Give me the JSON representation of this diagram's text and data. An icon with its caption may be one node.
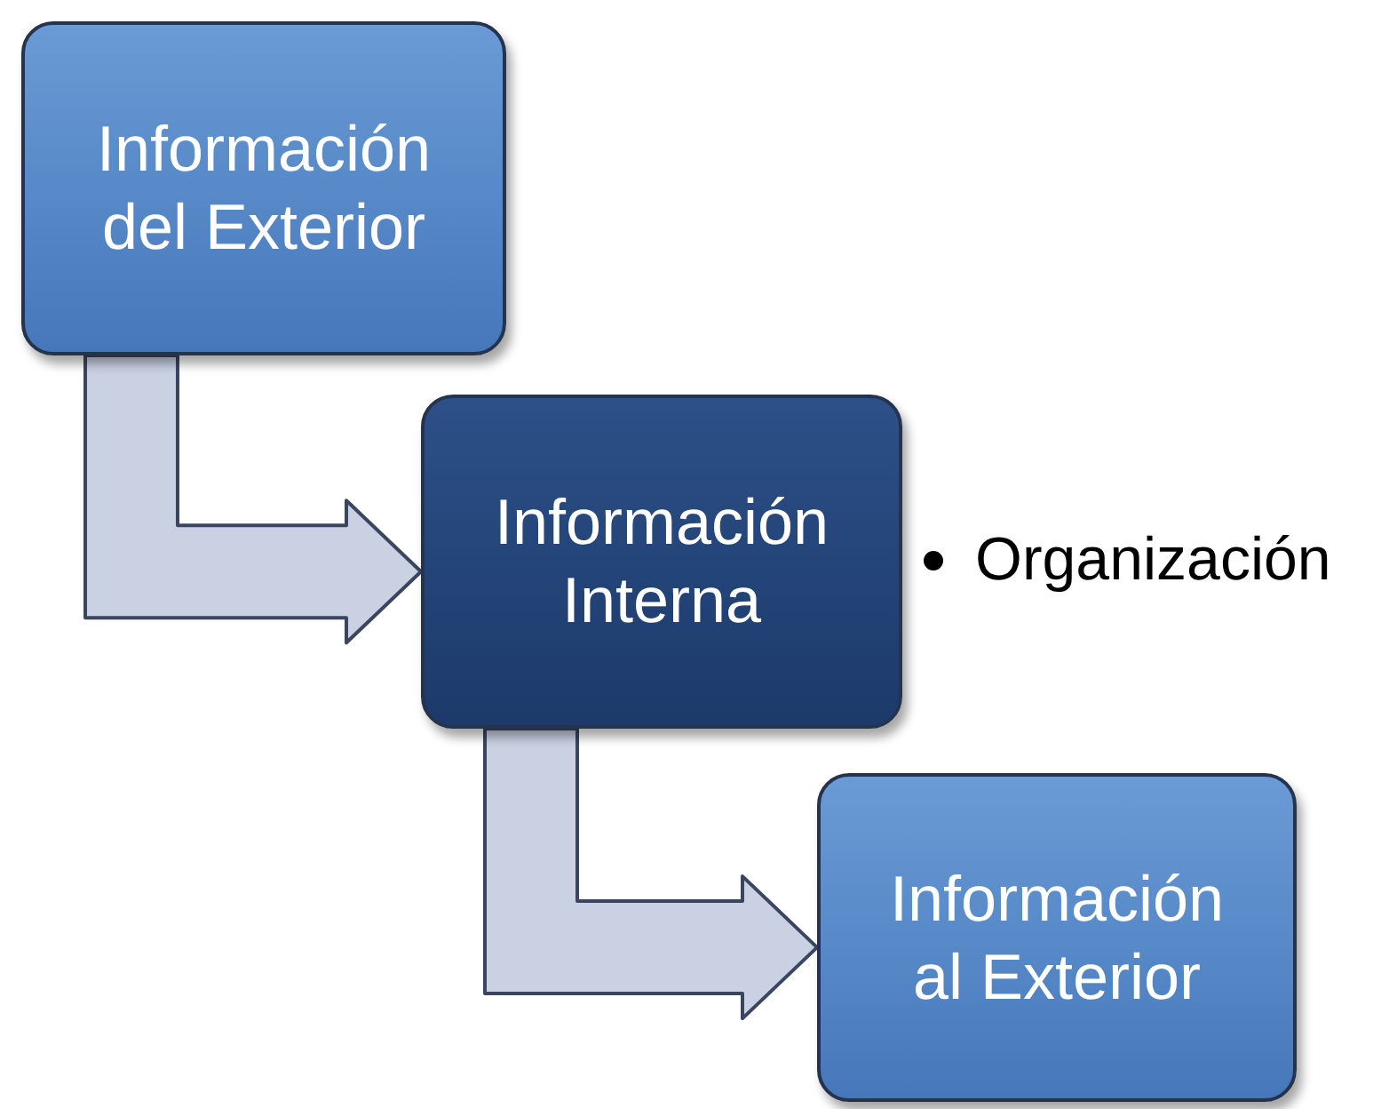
{
  "diagram": {
    "nodes": [
      {
        "text": [
          "Información del Exterior"
        ]
      },
      {
        "text": [
          "Información Interna"
        ],
        "beside": [
          "Organización"
        ]
      },
      {
        "text": [
          "Información al Exterior"
        ]
      }
    ],
    "edges": [
      {
        "from": 0,
        "to": 1,
        "arrow": "to"
      },
      {
        "from": 1,
        "to": 2,
        "arrow": "to"
      }
    ]
  }
}
